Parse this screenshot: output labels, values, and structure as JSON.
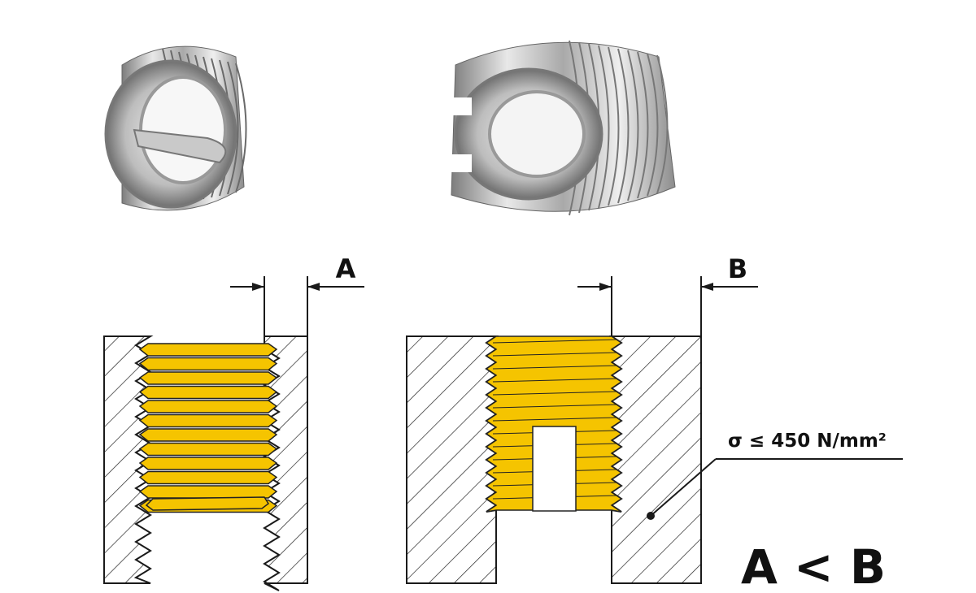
{
  "labels": {
    "dim_a": "A",
    "dim_b": "B",
    "stress": "σ ≤ 450 N/mm²",
    "comparison": "A < B"
  },
  "colors": {
    "insert_yellow": "#f5c400",
    "line": "#1a1a1a",
    "steel_light": "#e4e4e4",
    "steel_dark": "#8a8a8a"
  }
}
